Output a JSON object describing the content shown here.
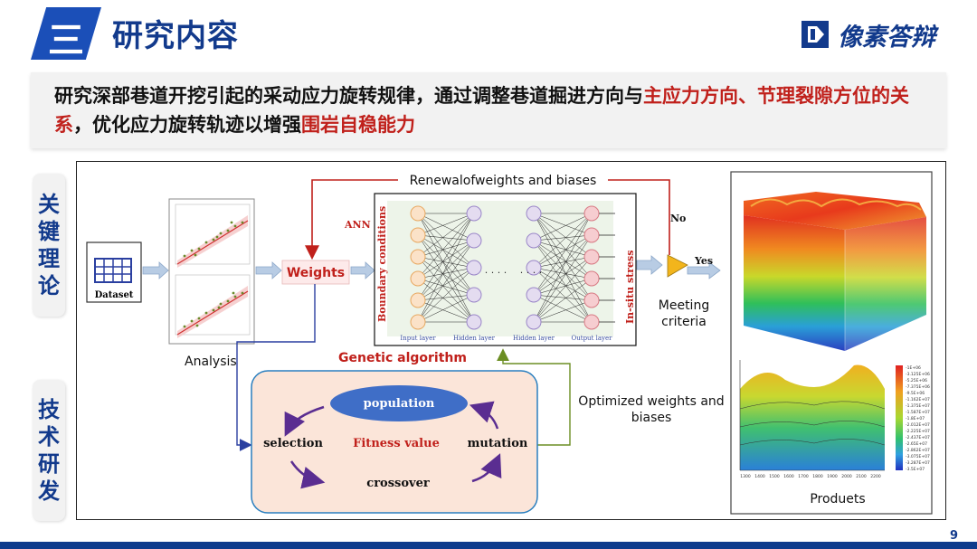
{
  "header": {
    "number": "三",
    "title": "研究内容",
    "logo_text": "像素答辩"
  },
  "summary": {
    "part1": "研究深部巷道开挖引起的采动应力旋转规律，通过调整巷道掘进方向与",
    "highlight1": "主应力方向、节理裂隙方位的关系",
    "part2": "，优化应力旋转轨迹以增强",
    "highlight2": "围岩自稳能力"
  },
  "side_tabs": [
    {
      "chars": [
        "关",
        "键",
        "理",
        "论"
      ]
    },
    {
      "chars": [
        "技",
        "术",
        "研",
        "发"
      ]
    }
  ],
  "diagram": {
    "dataset_label": "Dataset",
    "weights_label": "Weights",
    "renewal_label": "Renewalofweights and biases",
    "ann_label": "ANN",
    "input_axis_label": "Boundary conditions",
    "output_axis_label": "In-situ stress",
    "layer_labels": [
      "Input layer",
      "Hidden layer",
      "Hidden layer",
      "Output layer"
    ],
    "dots": ". . . .",
    "no_label": "No",
    "yes_label": "Yes",
    "meeting_label_1": "Meeting",
    "meeting_label_2": "criteria",
    "analysis_label": "Analysis",
    "genetic_label": "Genetic algorithm",
    "population_label": "population",
    "selection_label": "selection",
    "fitness_label": "Fitness value",
    "mutation_label": "mutation",
    "crossover_label": "crossover",
    "optimized_label_1": "Optimized weights and",
    "optimized_label_2": "biases",
    "products_label": "Produets",
    "legend_values": [
      "-1E+06",
      "-3.125E+06",
      "-5.25E+06",
      "-7.375E+06",
      "-9.5E+06",
      "-1.162E+07",
      "-1.375E+07",
      "-1.587E+07",
      "-1.8E+07",
      "-2.012E+07",
      "-2.225E+07",
      "-2.437E+07",
      "-2.65E+07",
      "-2.862E+07",
      "-3.075E+07",
      "-3.287E+07",
      "-3.5E+07"
    ],
    "contour_x_ticks": [
      "1300",
      "1400",
      "1500",
      "1600",
      "1700",
      "1800",
      "1900",
      "2000",
      "2100",
      "2200"
    ]
  },
  "page_number": "9",
  "colors": {
    "brand": "#123a8c",
    "accent_red": "#c0201b",
    "ga_fill": "#fbe5d9",
    "ga_border": "#2a7fbf",
    "population_fill": "#3f6ec7"
  }
}
